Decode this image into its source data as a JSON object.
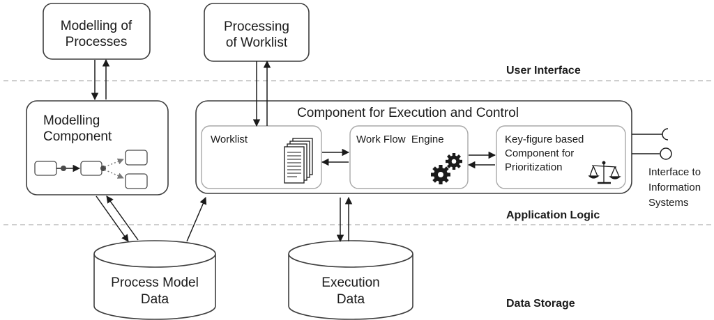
{
  "layers": {
    "user_interface": "User Interface",
    "application_logic": "Application Logic",
    "data_storage": "Data Storage"
  },
  "boxes": {
    "modelling_processes": [
      "Modelling of",
      "Processes"
    ],
    "processing_worklist": [
      "Processing",
      "of Worklist"
    ],
    "modelling_component": [
      "Modelling",
      "Component"
    ],
    "execution_control": "Component for Execution and Control"
  },
  "subcomponents": {
    "worklist": "Worklist",
    "workflow_engine": "Work Flow  Engine",
    "prioritization": [
      "Key-figure based",
      "Component for",
      "Prioritization"
    ]
  },
  "databases": {
    "process_model": [
      "Process Model",
      "Data"
    ],
    "execution": [
      "Execution",
      "Data"
    ]
  },
  "interface_label": [
    "Interface to",
    "Information",
    "Systems"
  ]
}
